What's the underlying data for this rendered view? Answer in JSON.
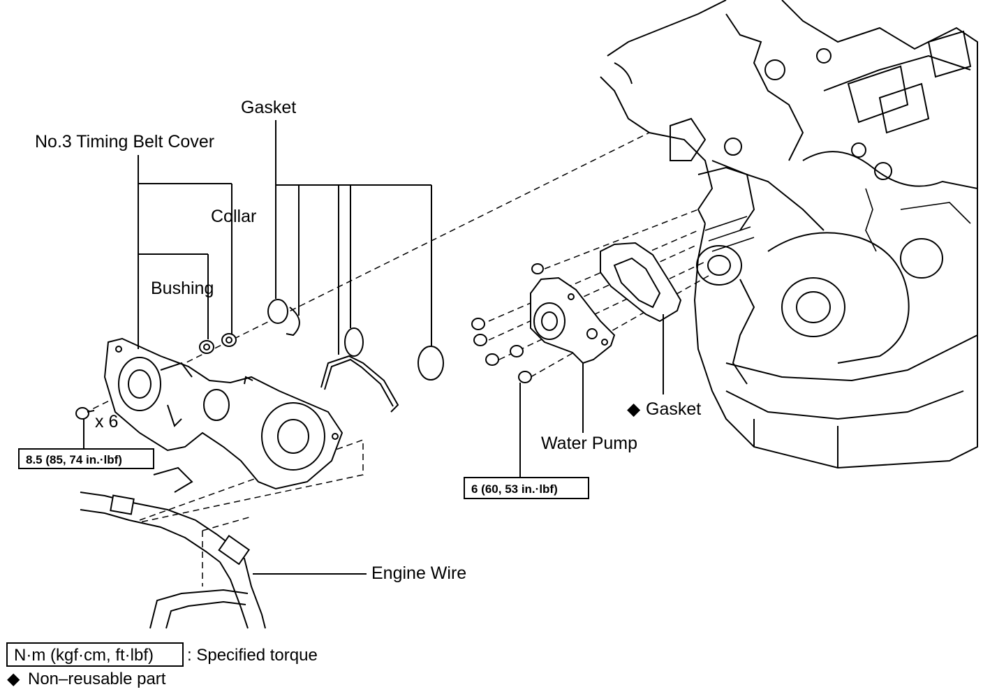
{
  "labels": {
    "gasket_top": "Gasket",
    "timing_belt_cover": "No.3 Timing Belt Cover",
    "collar": "Collar",
    "bushing": "Bushing",
    "quantity": "x 6",
    "torque_cover": "8.5 (85, 74 in.·lbf)",
    "gasket_pump": "Gasket",
    "water_pump": "Water Pump",
    "torque_pump": "6 (60, 53 in.·lbf)",
    "engine_wire": "Engine Wire"
  },
  "legend": {
    "torque_units": "N·m (kgf·cm, ft·lbf)",
    "torque_desc": ": Specified torque",
    "nonreusable_desc": "Non–reusable part",
    "diamond": "◆"
  }
}
